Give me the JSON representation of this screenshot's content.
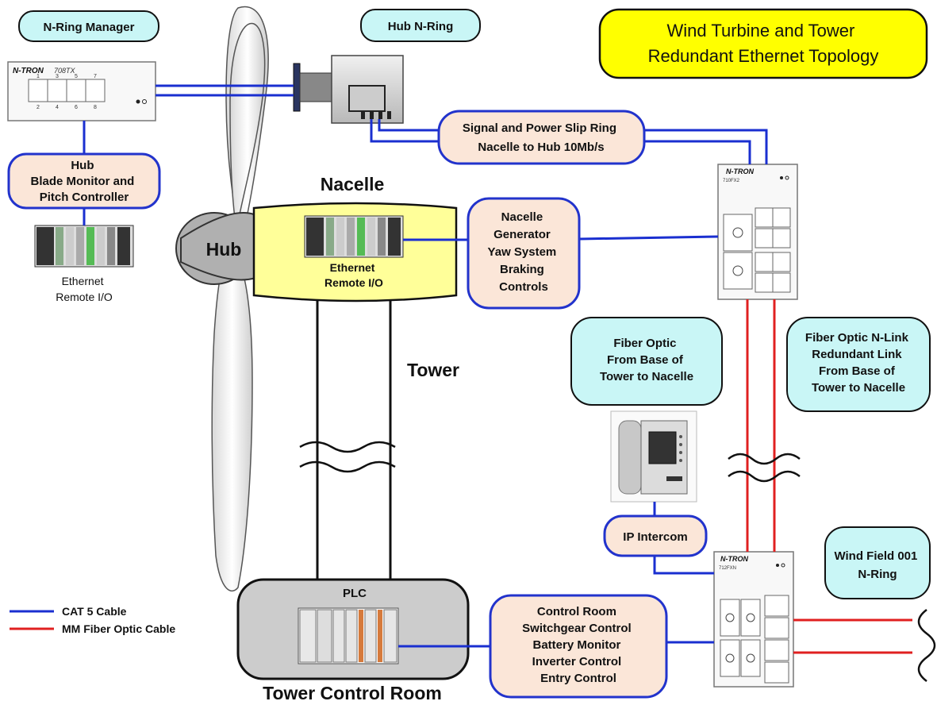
{
  "title": [
    "Wind Turbine and Tower",
    "Redundant Ethernet Topology"
  ],
  "labels": {
    "n_ring_manager": "N-Ring Manager",
    "hub_n_ring": "Hub N-Ring",
    "slip_ring": [
      "Signal and Power Slip Ring",
      "Nacelle to Hub 10Mb/s"
    ],
    "hub_blade": [
      "Hub",
      "Blade Monitor and",
      "Pitch Controller"
    ],
    "hub_eth_io": [
      "Ethernet",
      "Remote I/O"
    ],
    "hub": "Hub",
    "nacelle": "Nacelle",
    "nacelle_eth_io": [
      "Ethernet",
      "Remote I/O"
    ],
    "nacelle_systems": [
      "Nacelle",
      "Generator",
      "Yaw System",
      "Braking",
      "Controls"
    ],
    "tower": "Tower",
    "fiber_optic": [
      "Fiber Optic",
      "From Base of",
      "Tower to Nacelle"
    ],
    "fiber_redundant": [
      "Fiber Optic N-Link",
      "Redundant Link",
      "From Base of",
      "Tower to Nacelle"
    ],
    "ip_intercom": "IP Intercom",
    "wind_field": [
      "Wind Field 001",
      "N-Ring"
    ],
    "plc": "PLC",
    "control_room": [
      "Control Room",
      "Switchgear Control",
      "Battery Monitor",
      "Inverter Control",
      "Entry Control"
    ],
    "tower_control_room": "Tower Control Room"
  },
  "devices": {
    "switch_top_left": {
      "brand": "N-TRON",
      "model": "708TX",
      "ports_top": [
        "1",
        "3",
        "5",
        "7"
      ],
      "ports_bottom": [
        "2",
        "4",
        "6",
        "8"
      ]
    },
    "switch_right_top": {
      "brand": "N-TRON",
      "model": "710FX2"
    },
    "switch_right_bottom": {
      "brand": "N-TRON",
      "model": "712FXN"
    }
  },
  "legend": [
    {
      "label": "CAT 5 Cable",
      "color": "#1a2fd0"
    },
    {
      "label": "MM Fiber Optic Cable",
      "color": "#e02020"
    }
  ],
  "colors": {
    "cat5": "#1a2fd0",
    "fiber": "#e02020",
    "callout_peach": "#fbe6d8",
    "callout_cyan": "#c9f6f6",
    "callout_blue_border": "#2233cc",
    "title_bg": "#ffff00",
    "nacelle_bg": "#ffff99",
    "control_room_bg": "#cccccc"
  }
}
